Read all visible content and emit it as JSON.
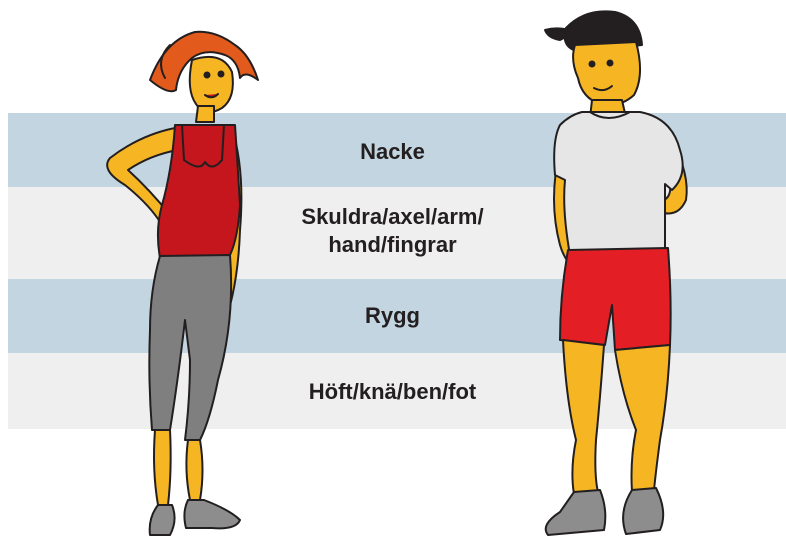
{
  "colors": {
    "band_blue": "#c3d5e1",
    "band_gray": "#efefef",
    "skin": "#f6b624",
    "hair_woman": "#e25a1c",
    "top_woman": "#c4161c",
    "leggings_woman": "#7f7f7f",
    "shirt_man": "#e6e6e6",
    "shorts_man": "#e31e24",
    "cap_man": "#231f20",
    "shoes": "#8d8d8d"
  },
  "bands": [
    {
      "id": "nacke",
      "label": "Nacke",
      "color": "blue"
    },
    {
      "id": "skuldra",
      "label": "Skuldra/axel/arm/\nhand/fingrar",
      "color": "gray"
    },
    {
      "id": "rygg",
      "label": "Rygg",
      "color": "blue"
    },
    {
      "id": "hoft",
      "label": "Höft/knä/ben/fot",
      "color": "gray"
    }
  ],
  "figures": {
    "woman": "woman-figure",
    "man": "man-figure"
  }
}
